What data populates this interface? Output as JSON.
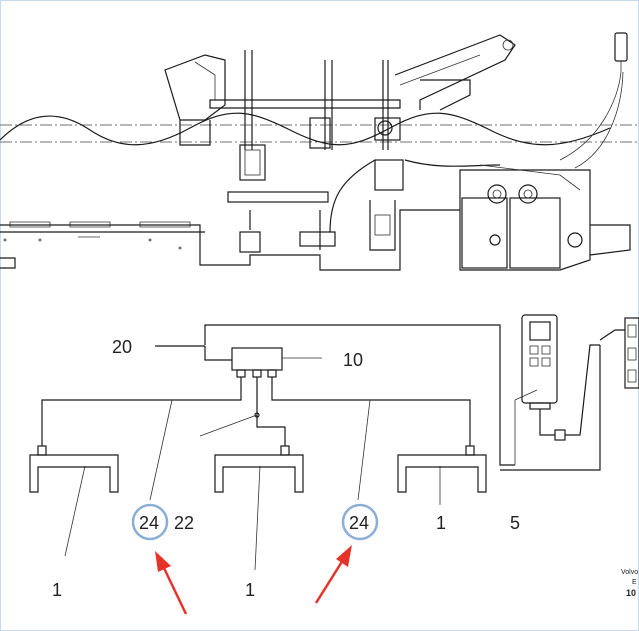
{
  "labels": {
    "ref_20": "20",
    "ref_10": "10",
    "ref_24_left": "24",
    "ref_22": "22",
    "ref_24_right": "24",
    "ref_1_center_right": "1",
    "ref_5": "5",
    "ref_1_bottom_left": "1",
    "ref_1_bottom_center": "1"
  },
  "corner_text": {
    "line1": "Volvo",
    "line2": "E",
    "line3": "10"
  },
  "colors": {
    "highlight_circle": "#8aaed6",
    "arrow": "#e5332a",
    "frame_border": "#c8d8ee"
  }
}
